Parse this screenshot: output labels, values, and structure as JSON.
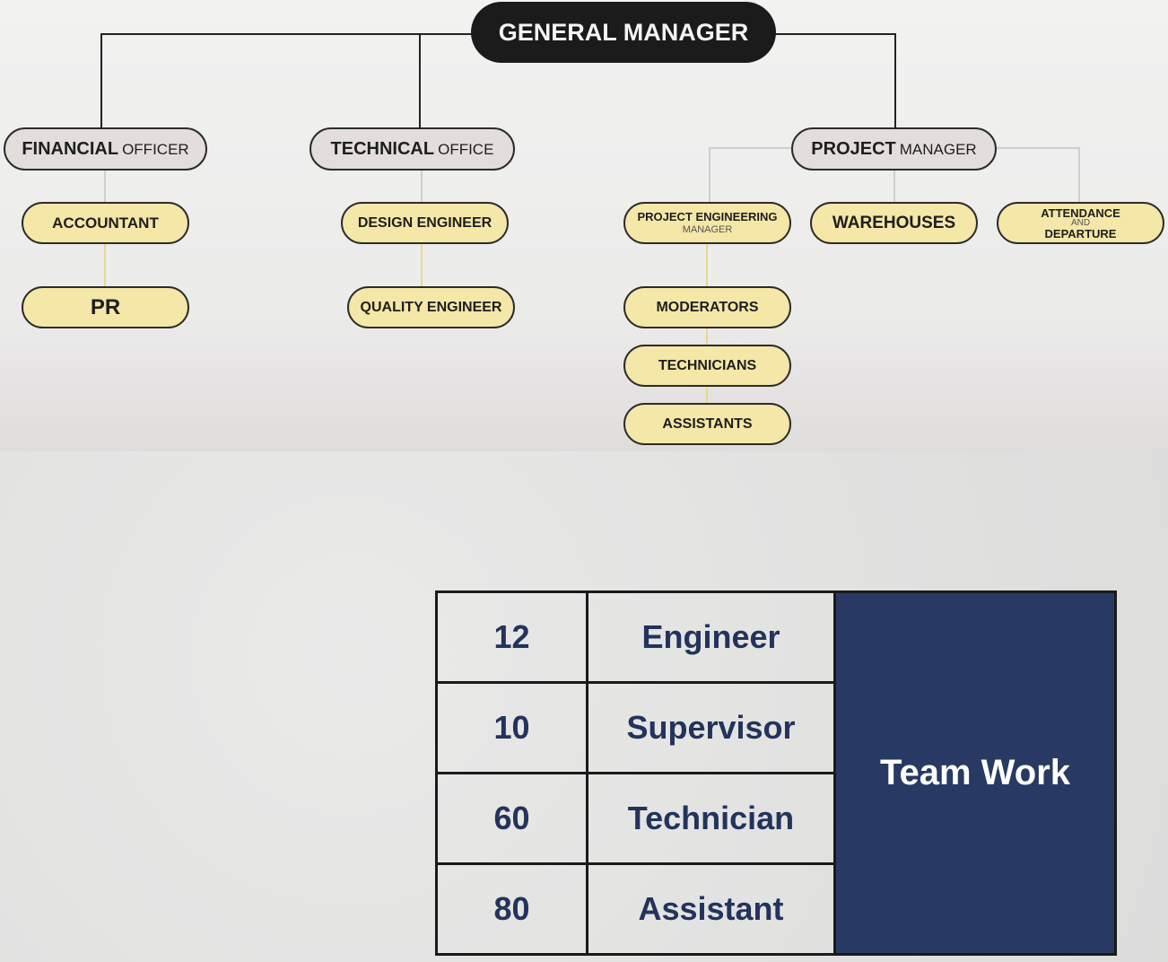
{
  "org_chart": {
    "general_manager": "GENERAL MANAGER",
    "financial": {
      "bold": "FINANCIAL",
      "thin": "OFFICER",
      "children": [
        "ACCOUNTANT",
        "PR"
      ]
    },
    "technical": {
      "bold": "TECHNICAL",
      "thin": "OFFICE",
      "children": [
        "DESIGN ENGINEER",
        "QUALITY ENGINEER"
      ]
    },
    "project": {
      "bold": "PROJECT",
      "thin": "MANAGER",
      "pe_manager": {
        "title": "PROJECT ENGINEERING",
        "sub": "MANAGER",
        "children": [
          "MODERATORS",
          "TECHNICIANS",
          "ASSISTANTS"
        ]
      },
      "warehouses": "WAREHOUSES",
      "attendance": {
        "top": "ATTENDANCE",
        "mid": "AND",
        "bottom": "DEPARTURE"
      }
    }
  },
  "team_table": {
    "rows": [
      {
        "count": "12",
        "role": "Engineer"
      },
      {
        "count": "10",
        "role": "Supervisor"
      },
      {
        "count": "60",
        "role": "Technician"
      },
      {
        "count": "80",
        "role": "Assistant"
      }
    ],
    "label": "Team Work"
  }
}
